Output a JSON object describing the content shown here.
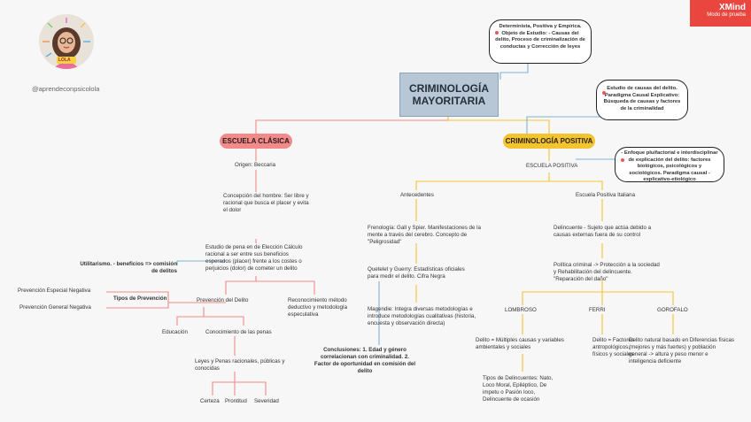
{
  "brand": {
    "name": "XMind",
    "mode": "Modo de prueba",
    "color": "#e8463e"
  },
  "author": {
    "handle": "@aprendeconpsicolola",
    "avatar_badge": "LOLA"
  },
  "root": {
    "title": "CRIMINOLOGÍA MAYORITARIA"
  },
  "bubbles": {
    "top": "Determinista, Positiva y Empírica. Objeto de Estudio: - Causas del delito, Proceso de criminalización de conductas y Corrección de leyes",
    "mid": "Estudio de causas del delito. Paradigma Causal Explicativo: Búsqueda de causas y factores de la criminalidad",
    "low": "- Enfoque pluifactorial e interdisciplinar de explicación del delito: factores biológicos, psicológicos y sociológicos. Paradigma causal - explicativo-etiológico"
  },
  "clasica": {
    "title": "ESCUELA CLÁSICA",
    "origen": "Origen: Beccaria",
    "concepcion": "Concepción del hombre: Ser libre y racional que busca el placer y evita el dolor",
    "estudio": "Estudio de pena en de Elección Cálculo racional a ser entre sus beneficios esperados (placer) frente a los costes o perjuicios (dolor) de cometer un delito",
    "utilitarismo": "Utilitarismo. - beneficios => comisión de delitos",
    "tipos": "Tipos de Prevención",
    "prev_especial": "Prevención Especial Negativa",
    "prev_general": "Prevención General Negativa",
    "prevencion": "Prevención del Delito",
    "reconocimiento": "Reconocimiento método deductivo y metodología especulativa",
    "educacion": "Educación",
    "conocimiento": "Conocimiento de las penas",
    "leyes": "Leyes y Penas racionales, públicas y conocidas",
    "certeza": "Certeza",
    "prontitud": "Prontitud",
    "severidad": "Severidad"
  },
  "positiva": {
    "title": "CRIMINOLOGÍA POSITIVA",
    "escuela": "ESCUELA POSITIVA",
    "antecedentes": "Antecedentes",
    "frenologia": "Frenología: Gall y Spier. Manifestaciones de la mente a través del cerebro. Concepto de \"Peligrosidad\"",
    "quetelet": "Quetelet y Guerry: Estadísticas oficiales para medir el delito. Cifra Negra",
    "magendie": "Magendie: Integra diversas metodologías e introduce metodologías cualitativas (historia, encuesta y observación directa)",
    "conclusiones": "Conclusiones: 1. Edad y género correlacionan con criminalidad. 2. Factor de oportunidad en comisión del delito",
    "escuela_it": "Escuela Positiva Italiana",
    "delincuente": "Delincuente - Sujeto que actúa debido a causas externas fuera de su control",
    "politica": "Política criminal -> Protección a la sociedad y Rehabilitación del delincuente. \"Reparación del daño\"",
    "lombroso": "LOMBROSO",
    "ferri": "FERRI",
    "garofalo": "GOROFALO",
    "lombroso_txt": "Delito = Múltiples causas y variables ambientales y sociales",
    "tipos_del": "Tipos de Delincuentes: Nato, Loco Moral, Epiléptico, De impetu o Pasión loco, Delincuente de ocasión",
    "ferri_txt": "Delito = Factores antropológicos, físicos y sociales",
    "garofalo_txt": "Delito natural basado en Diferencias físicas (mejores y más fuertes) y población general -> altura y peso menor e inteligencia deficiente"
  },
  "colors": {
    "clasica": "#f28a8a",
    "positiva": "#f4c430",
    "link": "#7fb3d5"
  }
}
